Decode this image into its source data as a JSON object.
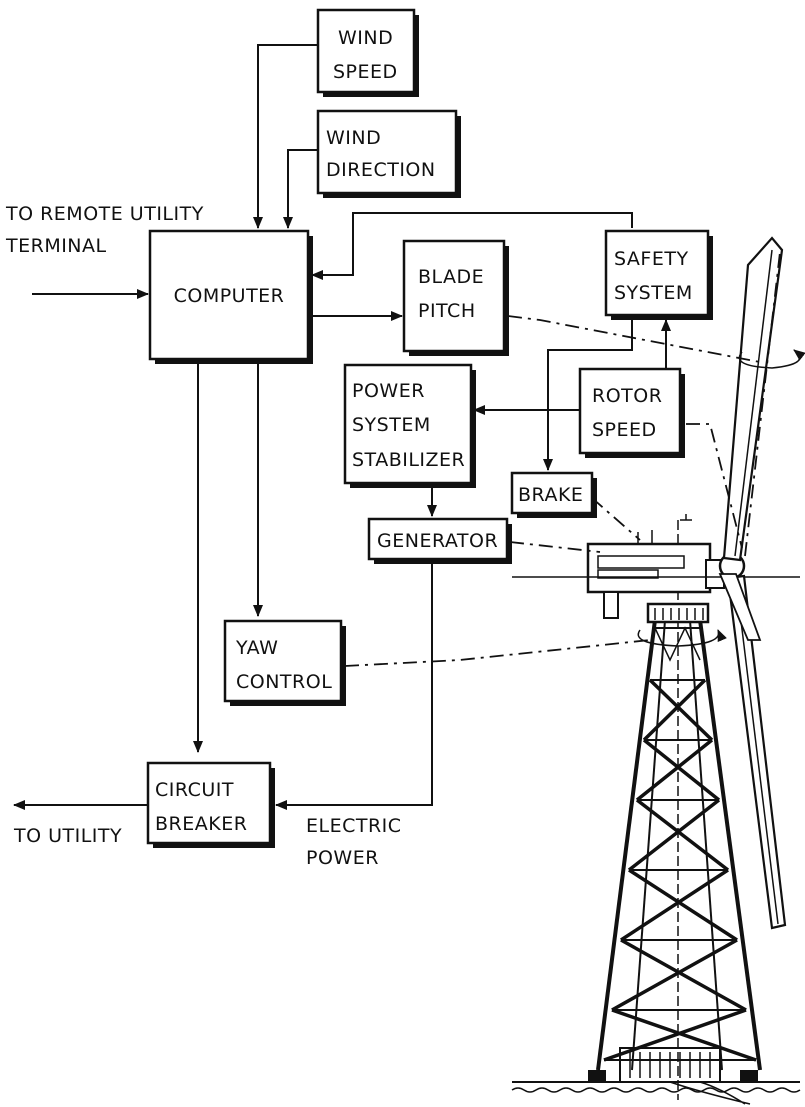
{
  "blocks": {
    "wind_speed": [
      "WIND",
      "SPEED"
    ],
    "wind_direction": [
      "WIND",
      "DIRECTION"
    ],
    "computer": [
      "COMPUTER"
    ],
    "blade_pitch": [
      "BLADE",
      "PITCH"
    ],
    "safety_system": [
      "SAFETY",
      "SYSTEM"
    ],
    "rotor_speed": [
      "ROTOR",
      "SPEED"
    ],
    "power_system_stabilizer": [
      "POWER",
      "SYSTEM",
      "STABILIZER"
    ],
    "brake": [
      "BRAKE"
    ],
    "generator": [
      "GENERATOR"
    ],
    "yaw_control": [
      "YAW",
      "CONTROL"
    ],
    "circuit_breaker": [
      "CIRCUIT",
      "BREAKER"
    ]
  },
  "labels": {
    "remote_terminal": [
      "TO REMOTE UTILITY",
      "TERMINAL"
    ],
    "to_utility": [
      "TO UTILITY"
    ],
    "electric_power": [
      "ELECTRIC",
      "POWER"
    ]
  }
}
